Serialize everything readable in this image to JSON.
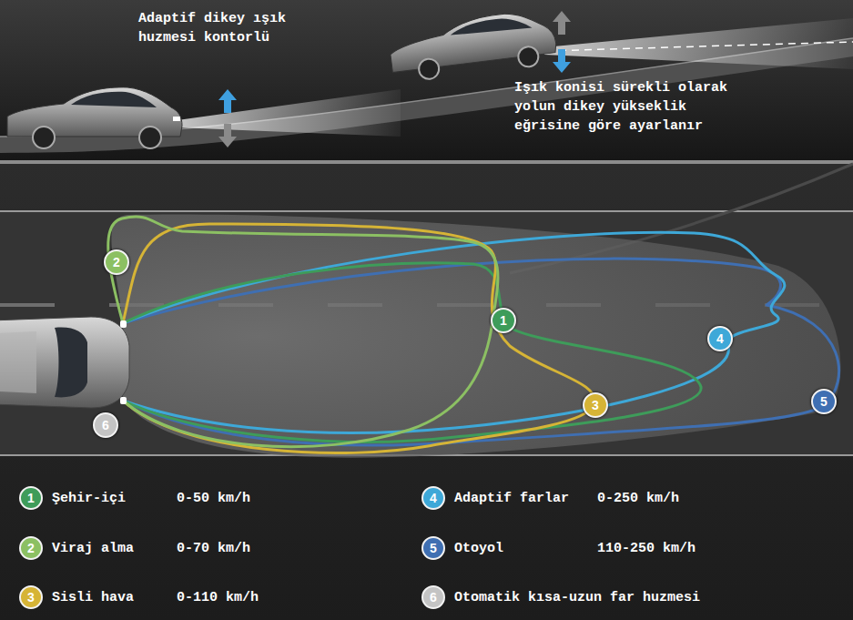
{
  "diagram": {
    "nodes": [
      {
        "text": [
          "2"
        ]
      },
      {
        "text": [
          "1"
        ]
      },
      {
        "text": [
          "4"
        ]
      },
      {
        "text": [
          "3"
        ]
      },
      {
        "text": [
          "5"
        ]
      },
      {
        "text": [
          "6"
        ]
      }
    ],
    "labels": [
      "Adaptif dikey ışık huzmesi kontorlü",
      "Işık konisi sürekli olarak yolun dikey yükseklik eğrisine göre ayarlanır",
      "1",
      "2",
      "3",
      "4",
      "5",
      "6",
      "0-50 km/h",
      "0-70 km/h",
      "0-110 km/h",
      "0-250 km/h",
      "110-250 km/h"
    ],
    "legend": [
      {
        "text": "Şehir-içi",
        "color": "#3e9c5a"
      },
      {
        "text": "Viraj alma",
        "color": "#8cc063"
      },
      {
        "text": "Sisli hava",
        "color": "#d6b436"
      },
      {
        "text": "Adaptif farlar",
        "color": "#3ea8d8"
      },
      {
        "text": "Otoyol",
        "color": "#3f6fb2"
      },
      {
        "text": "Otomatik kısa-uzun far huzmesi",
        "color": "#c4c4c4"
      }
    ]
  }
}
